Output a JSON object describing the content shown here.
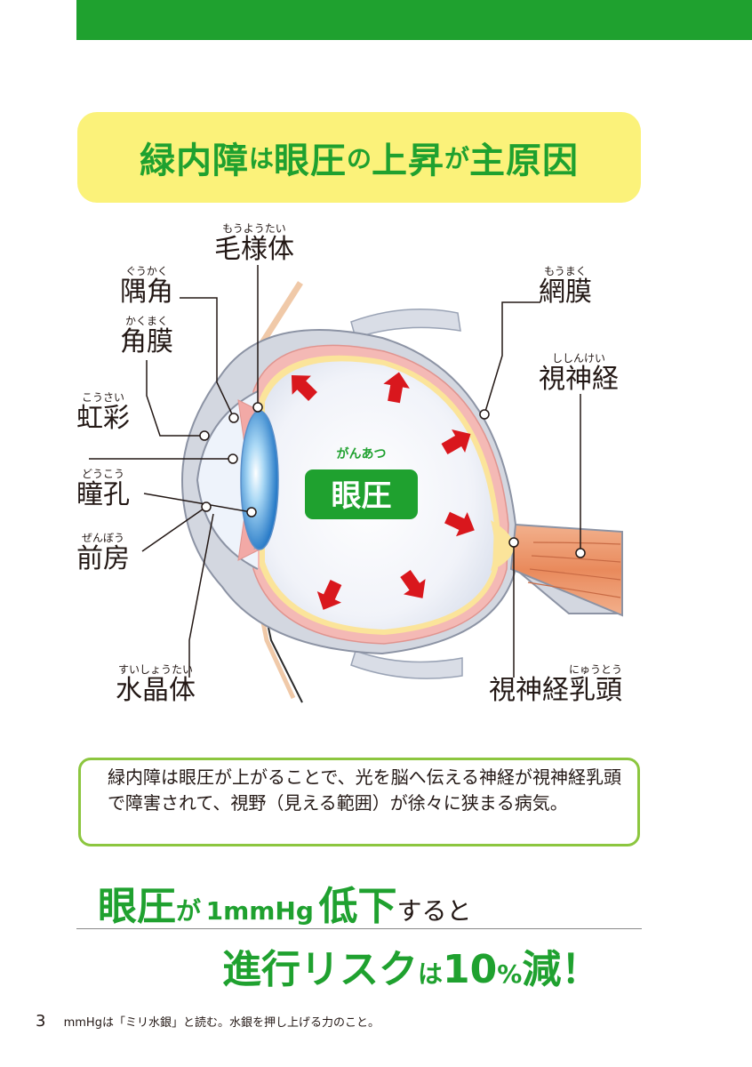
{
  "title": {
    "p1": "緑内障",
    "p2": "は",
    "p3": "眼圧",
    "p4": "の",
    "p5": "上昇",
    "p6": "が",
    "p7": "主原因"
  },
  "labels": {
    "ciliary": {
      "ruby": "もうようたい",
      "text": "毛様体"
    },
    "angle": {
      "ruby": "ぐうかく",
      "text": "隅角"
    },
    "cornea": {
      "ruby": "かくまく",
      "text": "角膜"
    },
    "iris": {
      "ruby": "こうさい",
      "text": "虹彩"
    },
    "pupil": {
      "ruby": "どうこう",
      "text": "瞳孔"
    },
    "anterior_chamber": {
      "ruby": "ぜんぼう",
      "text": "前房"
    },
    "lens": {
      "ruby": "すいしょうたい",
      "text": "水晶体"
    },
    "retina": {
      "ruby": "もうまく",
      "text": "網膜"
    },
    "optic_nerve": {
      "ruby": "ししんけい",
      "text": "視神経"
    },
    "optic_disc": {
      "ruby": "にゅうとう",
      "text": "視神経乳頭"
    },
    "iop": {
      "ruby": "がんあつ",
      "text": "眼圧"
    }
  },
  "description": "緑内障は眼圧が上がることで、光を脳へ伝える神経が視神経乳頭で障害されて、視野（見える範囲）が徐々に狭まる病気。",
  "headline1": {
    "a": "眼圧",
    "b": "が",
    "c": "1mmHg",
    "d": "低下",
    "e": "すると"
  },
  "headline2": {
    "a": "進行リスク",
    "b": "は",
    "c": "10",
    "d": "%",
    "e": "減！"
  },
  "footer": {
    "page": "3",
    "note": "mmHgは「ミリ水銀」と読む。水銀を押し上げる力のこと。"
  },
  "colors": {
    "green": "#1fa12f",
    "yellow_box": "#fbf27a",
    "light_green": "#8cc63f",
    "arrow_red": "#d9171d"
  }
}
